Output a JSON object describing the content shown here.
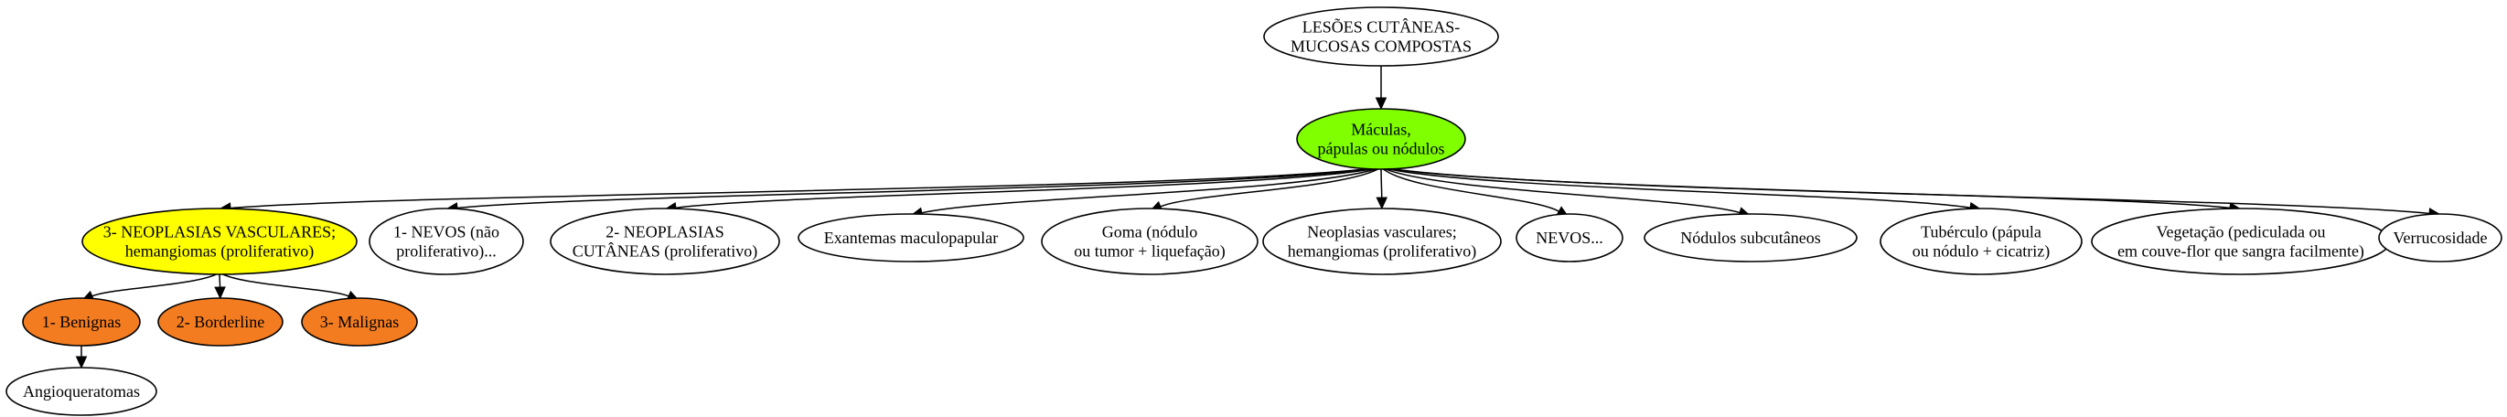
{
  "diagram": {
    "colors": {
      "default_fill": "#ffffff",
      "green": "#7fff00",
      "yellow": "#ffff00",
      "orange": "#f47c20"
    },
    "nodes": [
      {
        "id": "root",
        "lines": [
          "LESÕES CUTÂNEAS-",
          "MUCOSAS COMPOSTAS"
        ],
        "fill": "default_fill"
      },
      {
        "id": "maculas",
        "lines": [
          "Máculas,",
          "pápulas ou nódulos"
        ],
        "fill": "green"
      },
      {
        "id": "neoplasias-vasculares-3",
        "lines": [
          "3- NEOPLASIAS VASCULARES;",
          "hemangiomas (proliferativo)"
        ],
        "fill": "yellow"
      },
      {
        "id": "nevos-1",
        "lines": [
          "1- NEVOS (não",
          "proliferativo)..."
        ],
        "fill": "default_fill"
      },
      {
        "id": "neoplasias-cutaneas-2",
        "lines": [
          "2- NEOPLASIAS",
          "CUTÂNEAS (proliferativo)"
        ],
        "fill": "default_fill"
      },
      {
        "id": "exantemas",
        "lines": [
          "Exantemas maculopapular"
        ],
        "fill": "default_fill"
      },
      {
        "id": "goma",
        "lines": [
          "Goma (nódulo",
          "ou tumor + liquefação)"
        ],
        "fill": "default_fill"
      },
      {
        "id": "neoplasias-vasculares",
        "lines": [
          "Neoplasias vasculares;",
          "hemangiomas (proliferativo)"
        ],
        "fill": "default_fill"
      },
      {
        "id": "nevos",
        "lines": [
          "NEVOS..."
        ],
        "fill": "default_fill"
      },
      {
        "id": "nodulos-subcutaneos",
        "lines": [
          "Nódulos subcutâneos"
        ],
        "fill": "default_fill"
      },
      {
        "id": "tuberculo",
        "lines": [
          "Tubérculo (pápula",
          "ou nódulo + cicatriz)"
        ],
        "fill": "default_fill"
      },
      {
        "id": "vegetacao",
        "lines": [
          "Vegetação (pediculada ou",
          "em couve-flor que sangra facilmente)"
        ],
        "fill": "default_fill"
      },
      {
        "id": "verrucosidade",
        "lines": [
          "Verrucosidade"
        ],
        "fill": "default_fill"
      },
      {
        "id": "benignas",
        "lines": [
          "1- Benignas"
        ],
        "fill": "orange"
      },
      {
        "id": "borderline",
        "lines": [
          "2- Borderline"
        ],
        "fill": "orange"
      },
      {
        "id": "malignas",
        "lines": [
          "3- Malignas"
        ],
        "fill": "orange"
      },
      {
        "id": "angioqueratomas",
        "lines": [
          "Angioqueratomas"
        ],
        "fill": "default_fill"
      }
    ],
    "edges": [
      {
        "from": "root",
        "to": "maculas"
      },
      {
        "from": "maculas",
        "to": "neoplasias-vasculares-3"
      },
      {
        "from": "maculas",
        "to": "nevos-1"
      },
      {
        "from": "maculas",
        "to": "neoplasias-cutaneas-2"
      },
      {
        "from": "maculas",
        "to": "exantemas"
      },
      {
        "from": "maculas",
        "to": "goma"
      },
      {
        "from": "maculas",
        "to": "neoplasias-vasculares"
      },
      {
        "from": "maculas",
        "to": "nevos"
      },
      {
        "from": "maculas",
        "to": "nodulos-subcutaneos"
      },
      {
        "from": "maculas",
        "to": "tuberculo"
      },
      {
        "from": "maculas",
        "to": "vegetacao"
      },
      {
        "from": "maculas",
        "to": "verrucosidade"
      },
      {
        "from": "neoplasias-vasculares-3",
        "to": "benignas"
      },
      {
        "from": "neoplasias-vasculares-3",
        "to": "borderline"
      },
      {
        "from": "neoplasias-vasculares-3",
        "to": "malignas"
      },
      {
        "from": "benignas",
        "to": "angioqueratomas"
      }
    ]
  }
}
